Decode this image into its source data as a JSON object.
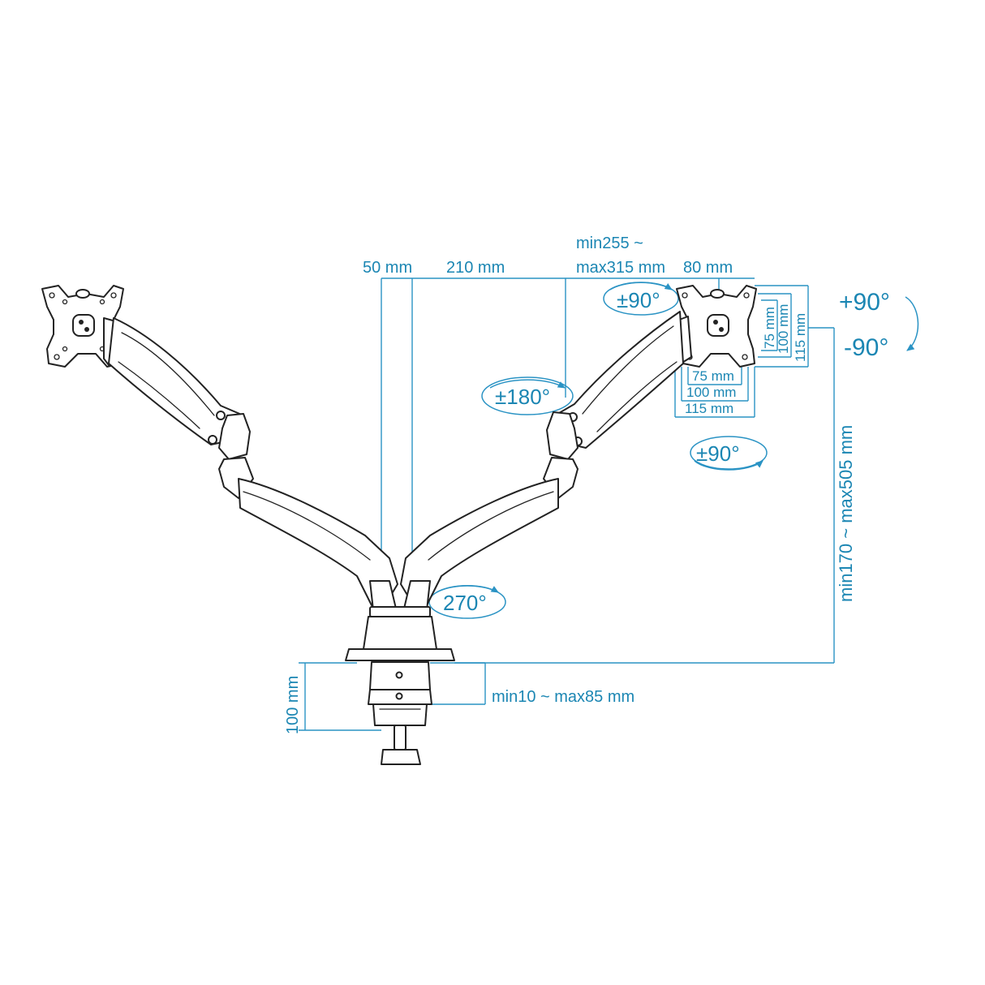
{
  "diagram": {
    "colors": {
      "dimension": "#1b86b3",
      "line_art": "#222222",
      "background": "#ffffff"
    },
    "dimensions": {
      "offset_50": "50 mm",
      "offset_210": "210 mm",
      "reach_line1": "min255 ~",
      "reach_line2": "max315 mm",
      "offset_80": "80 mm",
      "vesa_v_75": "75 mm",
      "vesa_v_100": "100 mm",
      "vesa_v_115": "115 mm",
      "vesa_h_75": "75 mm",
      "vesa_h_100": "100 mm",
      "vesa_h_115": "115 mm",
      "height_range": "min170 ~ max505 mm",
      "clamp_height": "100 mm",
      "desk_thickness": "min10 ~ max85 mm"
    },
    "rotations": {
      "tilt_top": "±90°",
      "tilt_bottom": "±90°",
      "swivel_arm": "±180°",
      "base_rotation": "270°",
      "rotate_plus": "+90°",
      "rotate_minus": "-90°"
    }
  }
}
